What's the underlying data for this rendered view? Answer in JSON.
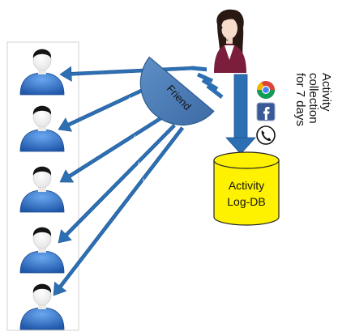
{
  "hub": {
    "label": "Friend"
  },
  "database": {
    "line1": "Activity",
    "line2": "Log-DB"
  },
  "side_label": {
    "lines": [
      "Activity",
      "collection",
      "for 7 days"
    ]
  },
  "arrow_marker": "^",
  "app_icons": [
    "chrome-icon",
    "facebook-icon",
    "phone-icon"
  ],
  "friends_count": 5,
  "colors": {
    "arrow": "#2d6fb3",
    "arrow_dark": "#1c5590",
    "hub": "#4f7fb8",
    "database": "#fff200",
    "person_body": "#3a78c8",
    "hair": "#141414"
  }
}
